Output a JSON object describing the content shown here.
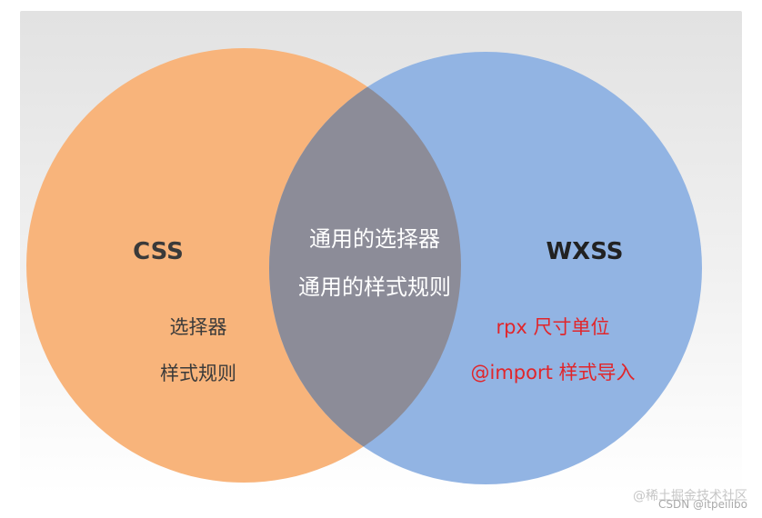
{
  "diagram": {
    "left_set": {
      "title": "CSS",
      "items": [
        "选择器",
        "样式规则"
      ],
      "fill": "#f8b47b",
      "text_color": "#3a3a3a"
    },
    "right_set": {
      "title": "WXSS",
      "items": [
        "rpx 尺寸单位",
        "@import 样式导入"
      ],
      "fill": "#92b4e3",
      "text_color": "#e1252a"
    },
    "intersection": {
      "items": [
        "通用的选择器",
        "通用的样式规则"
      ],
      "fill": "#8c8c98",
      "text_color": "#ffffff"
    }
  },
  "watermarks": {
    "line1": "@稀土掘金技术社区",
    "line2": "CSDN @itpeilibo"
  }
}
